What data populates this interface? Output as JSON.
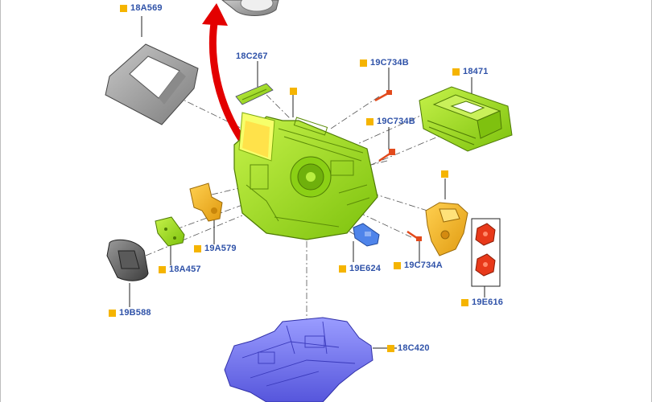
{
  "diagram": {
    "callouts": {
      "c_18A569": "18A569",
      "c_18C267": "18C267",
      "c_main": "",
      "c_19C734B_top": "19C734B",
      "c_18471": "18471",
      "c_19C734B_mid": "19C734B",
      "c_right_housing": "",
      "c_19A579": "19A579",
      "c_18A457": "18A457",
      "c_19E624": "19E624",
      "c_19C734A": "19C734A",
      "c_19E616": "19E616",
      "c_19B588": "19B588",
      "c_18C420": "18C420"
    },
    "colors": {
      "callout_square": "#f5b400",
      "callout_text": "#2f52a8",
      "hvac_body": "#9adf16",
      "filter_frame": "#9a9a9a",
      "tray": "#6f6ff0",
      "actuator_orange": "#f4b21c",
      "connector_red": "#e24a1c",
      "blue_sensor": "#4f84ea",
      "removal_arrow": "#e30000"
    }
  }
}
